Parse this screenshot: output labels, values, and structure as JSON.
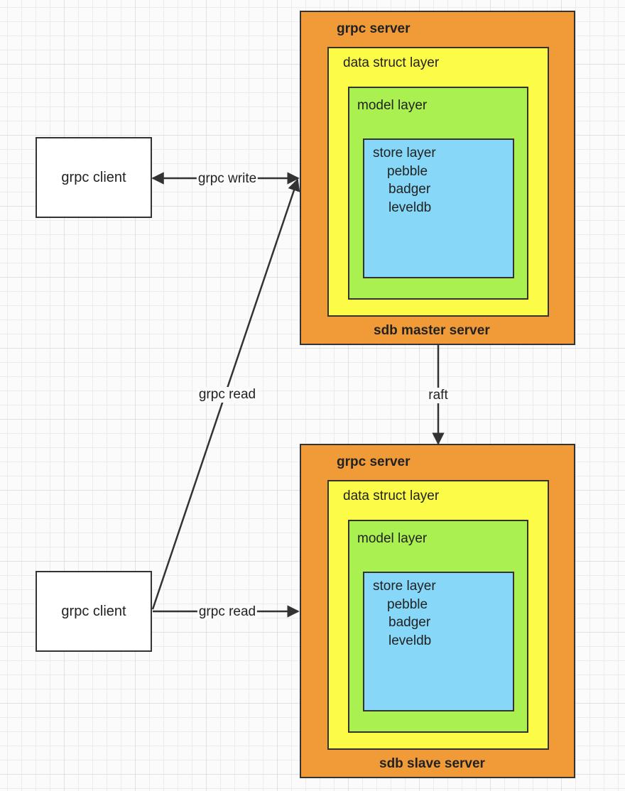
{
  "clients": [
    {
      "label": "grpc client"
    },
    {
      "label": "grpc client"
    }
  ],
  "servers": [
    {
      "header": "grpc server",
      "data_struct": "data struct layer",
      "model": "model layer",
      "store": {
        "title": "store layer",
        "engines": [
          "pebble",
          "badger",
          "leveldb"
        ]
      },
      "footer": "sdb master server"
    },
    {
      "header": "grpc server",
      "data_struct": "data struct layer",
      "model": "model layer",
      "store": {
        "title": "store layer",
        "engines": [
          "pebble",
          "badger",
          "leveldb"
        ]
      },
      "footer": "sdb slave server"
    }
  ],
  "edges": {
    "write": "grpc write",
    "read_master": "grpc read",
    "read_slave": "grpc read",
    "replication": "raft"
  }
}
